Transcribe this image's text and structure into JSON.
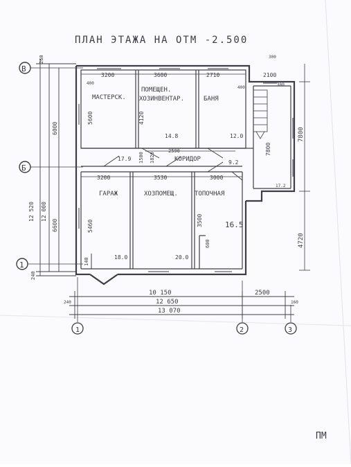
{
  "title": "ПЛАН ЭТАЖА НА ОТМ -2.500",
  "rooms": [
    {
      "id": "workshop",
      "label": "МАСТЕРСК."
    },
    {
      "id": "storage",
      "label_line1": "ПОМЕЩЕН.",
      "label_line2": "ХОЗИНВЕНТАР.",
      "area": "14.8"
    },
    {
      "id": "bath",
      "label": "БАНЯ",
      "area": "12.0"
    },
    {
      "id": "corridor",
      "label": "КОРИДОР",
      "area": "17.9"
    },
    {
      "id": "garage",
      "label": "ГАРАЖ",
      "area": "18.0"
    },
    {
      "id": "utility",
      "label": "ХОЗПОМЕЩ.",
      "area": "20.0"
    },
    {
      "id": "boiler",
      "label": "ТОПОЧНАЯ",
      "area": "16.5"
    },
    {
      "id": "stair",
      "area": "9.2"
    },
    {
      "id": "annex",
      "area": "17.2"
    }
  ],
  "dimensions": {
    "top_3200": "3200",
    "top_3600": "3600",
    "top_2710": "2710",
    "top_2100": "2100",
    "mid_3200": "3200",
    "mid_3530": "3530",
    "mid_3000": "3000",
    "v_5600": "5600",
    "v_4120": "4120",
    "v_5460": "5460",
    "v_3500": "3500",
    "v_7800": "7800",
    "v_4720": "4720",
    "left_12520": "12 520",
    "left_12000": "12 000",
    "left_6000": "6000",
    "left_6600": "6600",
    "r_1500": "1500",
    "r_1820": "1820",
    "r_400": "400",
    "r_400b": "400",
    "r_600": "600",
    "r_300": "300",
    "t_260": "260",
    "t_240": "240",
    "t_300": "300",
    "corr_2590": "2590",
    "bot_10150": "10 150",
    "bot_2500": "2500",
    "bot_12650": "12 650",
    "bot_13070": "13 070",
    "bot_240": "240",
    "bot_160": "160",
    "bot_140": "140"
  },
  "axes": {
    "B_row": "В",
    "Б_row": "Б",
    "A_row": "1",
    "col1": "1",
    "col2": "2",
    "col3": "3"
  },
  "corner_text": "ПМ"
}
